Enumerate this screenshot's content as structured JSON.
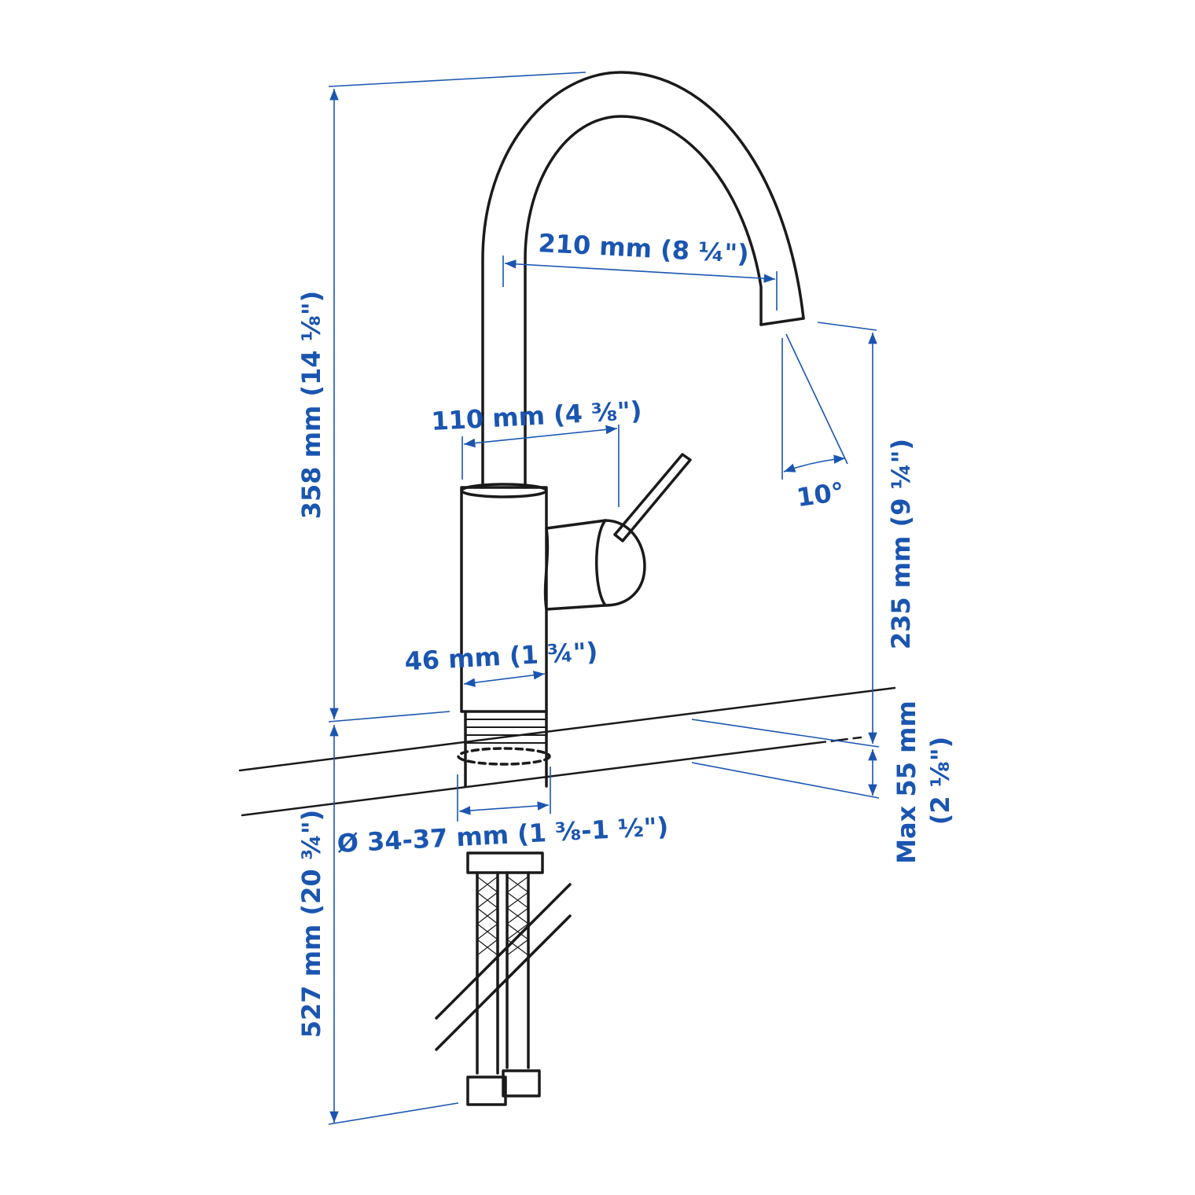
{
  "colors": {
    "dimension": "#1a55b0",
    "outline": "#1a1a1a",
    "background": "#ffffff"
  },
  "dimensions": {
    "total_height": "358 mm (14 ⅛\")",
    "below_counter": "527 mm (20 ¾\")",
    "spout_reach": "210 mm (8 ¼\")",
    "handle_reach": "110 mm (4 ⅜\")",
    "body_diameter": "46 mm (1 ¾\")",
    "hole_diameter": "Ø 34-37 mm (1 ⅜-1 ½\")",
    "swivel_angle": "10°",
    "spout_height": "235 mm (9 ¼\")",
    "max_thickness_line1": "Max 55 mm",
    "max_thickness_line2": "(2 ⅛\")"
  }
}
